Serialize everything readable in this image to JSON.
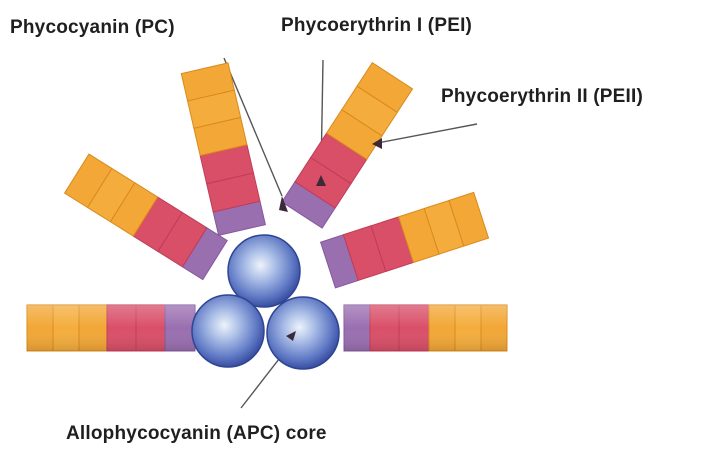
{
  "labels": {
    "pc": "Phycocyanin (PC)",
    "pei": "Phycoerythrin I (PEI)",
    "peii": "Phycoerythrin II (PEII)",
    "apc": "Allophycocyanin (APC) core"
  },
  "colors": {
    "pe_orange": "#f2a736",
    "pe_orange_light": "#f8c25a",
    "pe_orange_dark": "#d98a1c",
    "pc_red": "#d94f68",
    "pc_red_dark": "#c03c58",
    "linker_purple": "#9a6fb0",
    "apc_blue_light": "#dfe8f8",
    "apc_blue_mid": "#7f98d4",
    "apc_blue_dark": "#3850a6",
    "pointer_line": "#555555"
  },
  "icons": {
    "apc_core": "three-blue-spheres",
    "rod": "stacked-hexamer-discs"
  }
}
